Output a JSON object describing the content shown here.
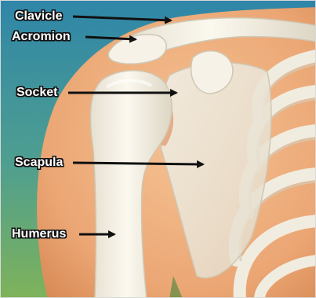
{
  "labels": {
    "clavicle": "Clavicle",
    "acromion": "Acromion",
    "socket": "Socket",
    "scapula": "Scapula",
    "humerus": "Humerus"
  },
  "colors": {
    "sky_top": "#3a8fae",
    "sky_bottom": "#6fae6a",
    "skin": "#efb07f",
    "skin_shadow": "#d98f5e",
    "bone": "#f3efe3",
    "bone_shadow": "#d9d3c2",
    "arrow": "#111111"
  }
}
